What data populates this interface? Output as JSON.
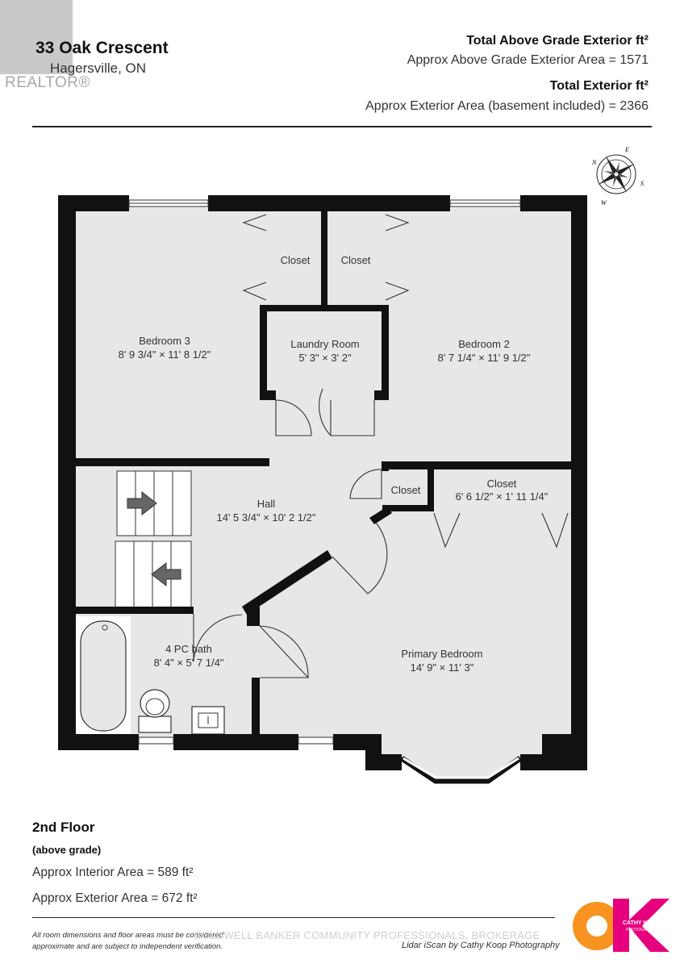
{
  "header": {
    "address": "33 Oak Crescent",
    "city": "Hagersville, ON",
    "logo_text": "REALTOR®",
    "total_above_label": "Total Above Grade Exterior ft²",
    "total_above_value": "Approx Above Grade Exterior Area = 1571",
    "total_ext_label": "Total Exterior ft²",
    "total_ext_value": "Approx Exterior Area (basement included) = 2366"
  },
  "compass": {
    "n": "N",
    "e": "E",
    "s": "S",
    "w": "W"
  },
  "rooms": {
    "closet_left": "Closet",
    "closet_right": "Closet",
    "bedroom3_name": "Bedroom 3",
    "bedroom3_dims": "8' 9 3/4\" × 11' 8 1/2\"",
    "laundry_name": "Laundry Room",
    "laundry_dims": "5' 3\" × 3' 2\"",
    "bedroom2_name": "Bedroom 2",
    "bedroom2_dims": "8' 7 1/4\" × 11' 9 1/2\"",
    "hall_name": "Hall",
    "hall_dims": "14' 5 3/4\" × 10' 2 1/2\"",
    "closet_small": "Closet",
    "closet_big_name": "Closet",
    "closet_big_dims": "6' 6 1/2\" × 1' 11 1/4\"",
    "bath_name": "4 PC bath",
    "bath_dims": "8' 4\" × 5' 7 1/4\"",
    "primary_name": "Primary Bedroom",
    "primary_dims": "14' 9\" × 11' 3\""
  },
  "floor": {
    "title": "2nd Floor",
    "subtitle": "(above grade)",
    "interior": "Approx Interior Area = 589 ft²",
    "exterior": "Approx Exterior Area = 672 ft²"
  },
  "footer": {
    "note_line1": "All room dimensions and floor areas must be considered",
    "note_line2": "approximate and are subject to independent verification.",
    "watermark": "COLDWELL BANKER COMMUNITY PROFESSIONALS, BROKERAGE",
    "credit": "Lidar iScan by Cathy Koop Photography",
    "brand_letters": "OK",
    "brand_name": "CATHY KOOP",
    "brand_sub": "PHOTOGRAPHY"
  },
  "colors": {
    "wall": "#111111",
    "floor": "#e7e7e7",
    "brand_orange": "#f7931e",
    "brand_pink": "#e6007e"
  }
}
